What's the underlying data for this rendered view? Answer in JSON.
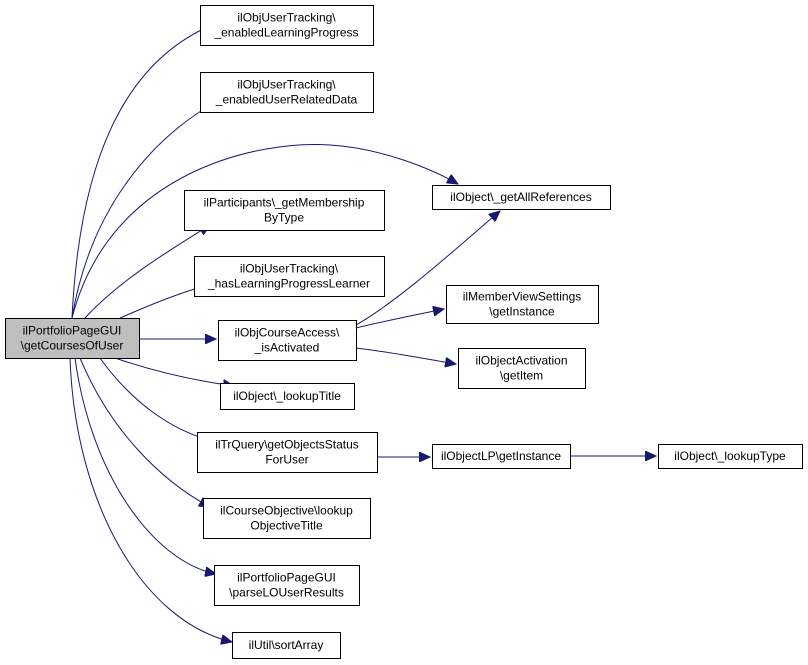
{
  "nodes": [
    {
      "id": "root",
      "lines": [
        "ilPortfolioPageGUI",
        "\\getCoursesOfUser"
      ]
    },
    {
      "id": "n1",
      "lines": [
        "ilObjUserTracking\\",
        "_enabledLearningProgress"
      ]
    },
    {
      "id": "n2",
      "lines": [
        "ilObjUserTracking\\",
        "_enabledUserRelatedData"
      ]
    },
    {
      "id": "n3",
      "lines": [
        "ilObject\\_getAllReferences"
      ]
    },
    {
      "id": "n4",
      "lines": [
        "ilParticipants\\_getMembership",
        "ByType"
      ]
    },
    {
      "id": "n5",
      "lines": [
        "ilObjUserTracking\\",
        "_hasLearningProgressLearner"
      ]
    },
    {
      "id": "n6",
      "lines": [
        "ilMemberViewSettings",
        "\\getInstance"
      ]
    },
    {
      "id": "n7",
      "lines": [
        "ilObjCourseAccess\\",
        "_isActivated"
      ]
    },
    {
      "id": "n8",
      "lines": [
        "ilObjectActivation",
        "\\getItem"
      ]
    },
    {
      "id": "n9",
      "lines": [
        "ilObject\\_lookupTitle"
      ]
    },
    {
      "id": "n10",
      "lines": [
        "ilTrQuery\\getObjectsStatus",
        "ForUser"
      ]
    },
    {
      "id": "n11",
      "lines": [
        "ilObjectLP\\getInstance"
      ]
    },
    {
      "id": "n12",
      "lines": [
        "ilObject\\_lookupType"
      ]
    },
    {
      "id": "n13",
      "lines": [
        "ilCourseObjective\\lookup",
        "ObjectiveTitle"
      ]
    },
    {
      "id": "n14",
      "lines": [
        "ilPortfolioPageGUI",
        "\\parseLOUserResults"
      ]
    },
    {
      "id": "n15",
      "lines": [
        "ilUtil\\sortArray"
      ]
    }
  ],
  "edges": [
    {
      "from": "root",
      "to": "n1"
    },
    {
      "from": "root",
      "to": "n2"
    },
    {
      "from": "root",
      "to": "n3"
    },
    {
      "from": "root",
      "to": "n4"
    },
    {
      "from": "root",
      "to": "n5"
    },
    {
      "from": "root",
      "to": "n7"
    },
    {
      "from": "root",
      "to": "n9"
    },
    {
      "from": "root",
      "to": "n10"
    },
    {
      "from": "root",
      "to": "n13"
    },
    {
      "from": "root",
      "to": "n14"
    },
    {
      "from": "root",
      "to": "n15"
    },
    {
      "from": "n7",
      "to": "n3"
    },
    {
      "from": "n7",
      "to": "n6"
    },
    {
      "from": "n7",
      "to": "n8"
    },
    {
      "from": "n10",
      "to": "n11"
    },
    {
      "from": "n11",
      "to": "n12"
    }
  ],
  "colors": {
    "edge": "#191970",
    "root_fill": "#bfbfbf",
    "node_fill": "#ffffff",
    "node_stroke": "#000000"
  }
}
